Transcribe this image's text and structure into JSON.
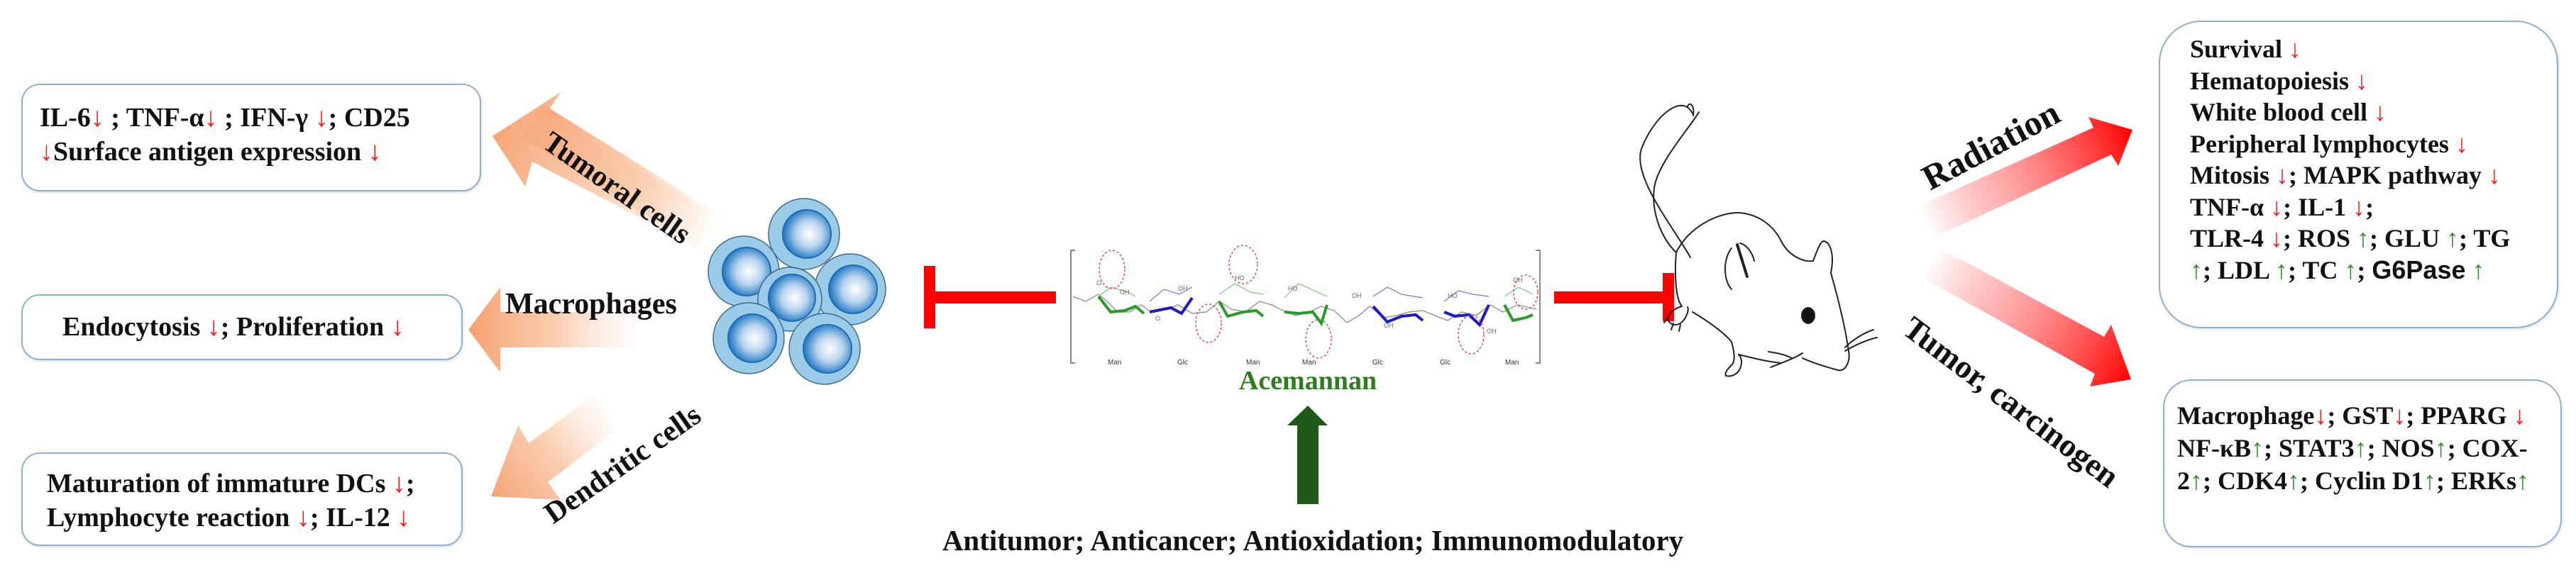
{
  "left_panel": {
    "boxes": [
      {
        "id": "tumoral",
        "lines": [
          [
            {
              "t": "IL-6"
            },
            {
              "t": "↓",
              "c": "dn"
            },
            {
              "t": " ;  TNF-α"
            },
            {
              "t": "↓",
              "c": "dn"
            },
            {
              "t": " ;  IFN-γ "
            },
            {
              "t": "↓",
              "c": "dn"
            },
            {
              "t": ";  CD25"
            }
          ],
          [
            {
              "t": "↓",
              "c": "dn"
            },
            {
              "t": "Surface antigen expression "
            },
            {
              "t": "↓",
              "c": "dn"
            }
          ]
        ]
      },
      {
        "id": "macrophage",
        "lines": [
          [
            {
              "t": "Endocytosis "
            },
            {
              "t": "↓",
              "c": "dn"
            },
            {
              "t": "; Proliferation "
            },
            {
              "t": "↓",
              "c": "dn"
            }
          ]
        ]
      },
      {
        "id": "dendritic",
        "lines": [
          [
            {
              "t": "Maturation of immature DCs "
            },
            {
              "t": "↓",
              "c": "dn"
            },
            {
              "t": ";"
            }
          ],
          [
            {
              "t": "Lymphocyte reaction "
            },
            {
              "t": "↓",
              "c": "dn"
            },
            {
              "t": "; IL-12 "
            },
            {
              "t": "↓",
              "c": "dn"
            }
          ]
        ]
      }
    ],
    "arrow_labels": {
      "tumoral": "Tumoral cells",
      "macrophages": "Macrophages",
      "dendritic": "Dendritic cells"
    }
  },
  "center": {
    "compound_name": "Acemannan",
    "sugar_units": [
      "Man",
      "Glc",
      "Man",
      "Man",
      "Glc",
      "Glc",
      "Man"
    ],
    "effects": "Antitumor; Anticancer; Antioxidation; Immunomodulatory"
  },
  "right_panel": {
    "arrow_labels": {
      "radiation": "Radiation",
      "tumor": "Tumor, carcinogen"
    },
    "boxes": [
      {
        "id": "radiation",
        "lines": [
          [
            {
              "t": "Survival "
            },
            {
              "t": "↓",
              "c": "dn"
            }
          ],
          [
            {
              "t": "Hematopoiesis "
            },
            {
              "t": "↓",
              "c": "dn"
            }
          ],
          [
            {
              "t": "White blood cell "
            },
            {
              "t": "↓",
              "c": "dn"
            }
          ],
          [
            {
              "t": "Peripheral lymphocytes "
            },
            {
              "t": "↓",
              "c": "dn"
            }
          ],
          [
            {
              "t": "Mitosis "
            },
            {
              "t": "↓",
              "c": "dn"
            },
            {
              "t": "; MAPK  pathway "
            },
            {
              "t": "↓",
              "c": "dn"
            }
          ],
          [
            {
              "t": "TNF-α "
            },
            {
              "t": "↓",
              "c": "dn"
            },
            {
              "t": "; IL-1 "
            },
            {
              "t": "↓",
              "c": "dn"
            },
            {
              "t": ";"
            }
          ],
          [
            {
              "t": " "
            }
          ],
          [
            {
              "t": "TLR-4 "
            },
            {
              "t": "↓",
              "c": "dn"
            },
            {
              "t": "; ROS "
            },
            {
              "t": "↑",
              "c": "up"
            },
            {
              "t": "; GLU "
            },
            {
              "t": "↑",
              "c": "up"
            },
            {
              "t": "; TG"
            }
          ],
          [
            {
              "t": "↑",
              "c": "up"
            },
            {
              "t": "; LDL "
            },
            {
              "t": "↑",
              "c": "up"
            },
            {
              "t": "; TC "
            },
            {
              "t": "↑",
              "c": "up"
            },
            {
              "t": "; "
            },
            {
              "t": "G6Pase",
              "c": "sans"
            },
            {
              "t": " "
            },
            {
              "t": "↑",
              "c": "up"
            }
          ]
        ]
      },
      {
        "id": "tumor",
        "lines": [
          [
            {
              "t": "Macrophage"
            },
            {
              "t": "↓",
              "c": "dn"
            },
            {
              "t": "; GST"
            },
            {
              "t": "↓",
              "c": "dn"
            },
            {
              "t": "; PPARG "
            },
            {
              "t": "↓",
              "c": "dn"
            }
          ],
          [
            {
              "t": " "
            }
          ],
          [
            {
              "t": "NF-κB"
            },
            {
              "t": "↑",
              "c": "up"
            },
            {
              "t": "; STAT3"
            },
            {
              "t": "↑",
              "c": "up"
            },
            {
              "t": "; NOS"
            },
            {
              "t": "↑",
              "c": "up"
            },
            {
              "t": "; COX-"
            }
          ],
          [
            {
              "t": "2"
            },
            {
              "t": "↑",
              "c": "up"
            },
            {
              "t": "; CDK4"
            },
            {
              "t": "↑",
              "c": "up"
            },
            {
              "t": "; Cyclin D1"
            },
            {
              "t": "↑",
              "c": "up"
            },
            {
              "t": "; ERKs"
            },
            {
              "t": "↑",
              "c": "up"
            }
          ]
        ]
      }
    ]
  },
  "colors": {
    "down_arrow": "#ff1a1a",
    "up_arrow": "#2e8b2e",
    "inhibit_bar": "#ff0000",
    "box_border": "#8fb0cc",
    "peach_arrow": "#f7a779",
    "acemannan_green": "#2e7d1e",
    "up_arrow_big": "#1f5a1a",
    "cell_outer": "#9ccbe8",
    "cell_inner": "#1f78bf"
  }
}
